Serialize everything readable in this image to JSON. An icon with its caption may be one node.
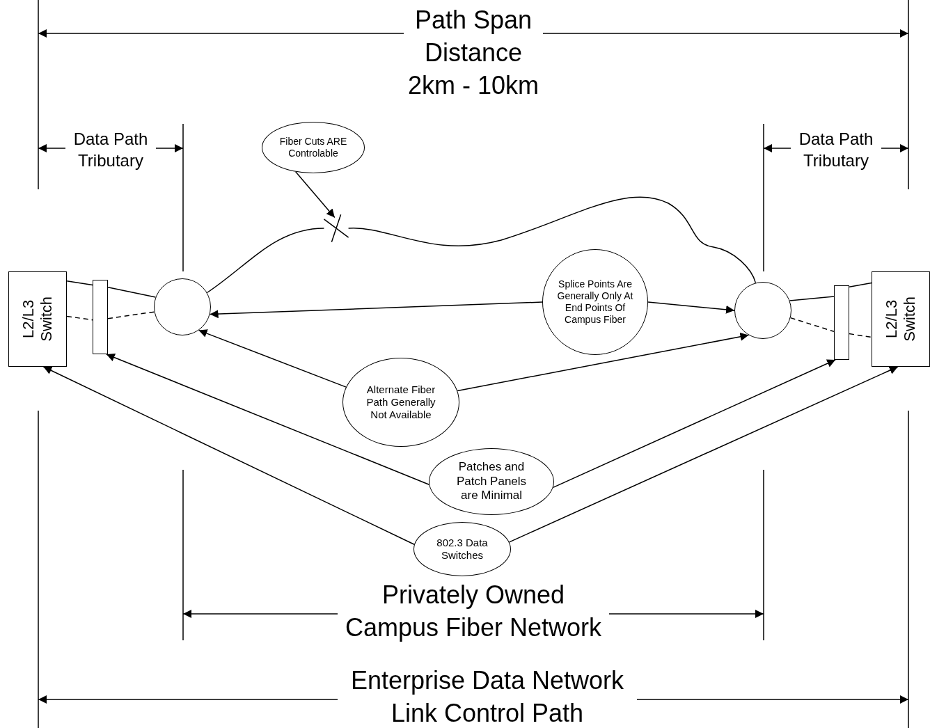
{
  "diagram": {
    "nodes": [
      {
        "text": [
          "L2/L3 Switch"
        ]
      },
      {
        "text": [],
        "shape": "bar"
      },
      {
        "text": [],
        "shape": "circle"
      },
      {
        "text": [],
        "shape": "circle"
      },
      {
        "text": [],
        "shape": "bar"
      },
      {
        "text": [
          "L2/L3 Switch"
        ]
      },
      {
        "text": [
          "Fiber Cuts ARE Controlable"
        ]
      },
      {
        "text": [],
        "shape": "cross"
      },
      {
        "text": [
          "Splice Points Are Generally Only At End Points Of Campus Fiber"
        ]
      },
      {
        "text": [
          "Alternate Fiber Path Generally Not Available"
        ]
      },
      {
        "text": [
          "Patches and Patch Panels are Minimal"
        ]
      },
      {
        "text": [
          "802.3 Data Switches"
        ]
      }
    ],
    "edges": [
      {
        "from": 0,
        "to": 1,
        "arrow": "none"
      },
      {
        "from": 1,
        "to": 2,
        "arrow": "none"
      },
      {
        "from": 2,
        "to": 7,
        "arrow": "none"
      },
      {
        "from": 7,
        "to": 3,
        "arrow": "none"
      },
      {
        "from": 3,
        "to": 4,
        "arrow": "none"
      },
      {
        "from": 4,
        "to": 5,
        "arrow": "none"
      },
      {
        "from": 0,
        "to": 1,
        "arrow": "none",
        "style": "dashed"
      },
      {
        "from": 1,
        "to": 2,
        "arrow": "none",
        "style": "dashed"
      },
      {
        "from": 3,
        "to": 4,
        "arrow": "none",
        "style": "dashed"
      },
      {
        "from": 4,
        "to": 5,
        "arrow": "none",
        "style": "dashed"
      },
      {
        "from": 6,
        "to": 7,
        "arrow": "to"
      },
      {
        "from": 8,
        "to": 2,
        "arrow": "to"
      },
      {
        "from": 8,
        "to": 3,
        "arrow": "to"
      },
      {
        "from": 9,
        "to": 2,
        "arrow": "to"
      },
      {
        "from": 9,
        "to": 3,
        "arrow": "to"
      },
      {
        "from": 10,
        "to": 1,
        "arrow": "to"
      },
      {
        "from": 10,
        "to": 4,
        "arrow": "to"
      },
      {
        "from": 11,
        "to": 0,
        "arrow": "to"
      },
      {
        "from": 11,
        "to": 5,
        "arrow": "to"
      }
    ],
    "labels": [
      "Path Span Distance 2km - 10km",
      "Data Path Tributary",
      "Data Path Tributary",
      "Privately Owned Campus Fiber Network",
      "Enterprise Data Network Link Control Path"
    ]
  }
}
